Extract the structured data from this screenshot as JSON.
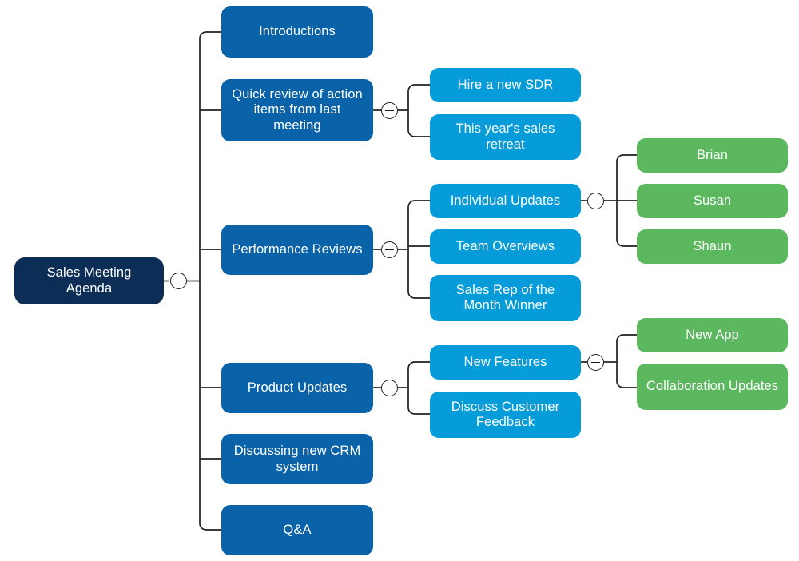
{
  "diagram": {
    "type": "mind-map",
    "title": "Sales Meeting Agenda",
    "background": "#ffffff",
    "colors": {
      "root": "#0c2e56",
      "level1": "#0a62a8",
      "level2": "#069cd9",
      "level3": "#5cb85f",
      "connector": "#231f20",
      "text": "#ffffff"
    },
    "toggles": [
      {
        "name": "toggle-root",
        "state": "expanded",
        "symbol": "minus"
      },
      {
        "name": "toggle-quick-review",
        "state": "expanded",
        "symbol": "minus"
      },
      {
        "name": "toggle-performance-reviews",
        "state": "expanded",
        "symbol": "minus"
      },
      {
        "name": "toggle-individual-updates",
        "state": "expanded",
        "symbol": "minus"
      },
      {
        "name": "toggle-product-updates",
        "state": "expanded",
        "symbol": "minus"
      },
      {
        "name": "toggle-new-features",
        "state": "expanded",
        "symbol": "minus"
      }
    ],
    "root": {
      "id": "root",
      "label": "Sales Meeting Agenda"
    },
    "nodes": {
      "introductions": "Introductions",
      "quick_review": "Quick review of action items from last meeting",
      "hire_sdr": "Hire a new SDR",
      "sales_retreat": "This year's sales retreat",
      "performance_reviews": "Performance Reviews",
      "individual_updates": "Individual Updates",
      "brian": "Brian",
      "susan": "Susan",
      "shaun": "Shaun",
      "team_overviews": "Team Overviews",
      "sales_rep_winner": "Sales Rep of the Month Winner",
      "product_updates": "Product Updates",
      "new_features": "New Features",
      "new_app": "New App",
      "collaboration_updates": "Collaboration Updates",
      "discuss_customer_feedback": "Discuss Customer Feedback",
      "crm_system": "Discussing new CRM system",
      "qa": "Q&A"
    }
  }
}
